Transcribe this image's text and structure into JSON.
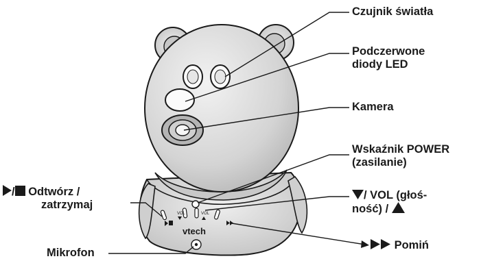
{
  "labels": {
    "light_sensor": "Czujnik światła",
    "ir_leds_line1": "Podczerwone",
    "ir_leds_line2": "diody LED",
    "camera": "Kamera",
    "power_indicator_line1": "Wskaźnik POWER",
    "power_indicator_line2": "(zasilanie)",
    "play_stop_line1": "Odtwórz /",
    "play_stop_line2": "zatrzymaj",
    "play_stop_separator": "/",
    "volume_line1": "/ VOL (głoś-",
    "volume_line2": "ność) /",
    "microphone": "Mikrofon",
    "skip": "Pomiń"
  },
  "device": {
    "brand": "vtech",
    "vol_down_label": "VOL",
    "vol_up_label": "VOL"
  },
  "icons": [
    "play-icon",
    "stop-icon",
    "triangle-down-icon",
    "triangle-up-icon",
    "fast-forward-icon"
  ],
  "colors": {
    "ink": "#1a1a1a",
    "body_fill": "#dcdcdc",
    "body_stroke": "#1a1a1a"
  }
}
